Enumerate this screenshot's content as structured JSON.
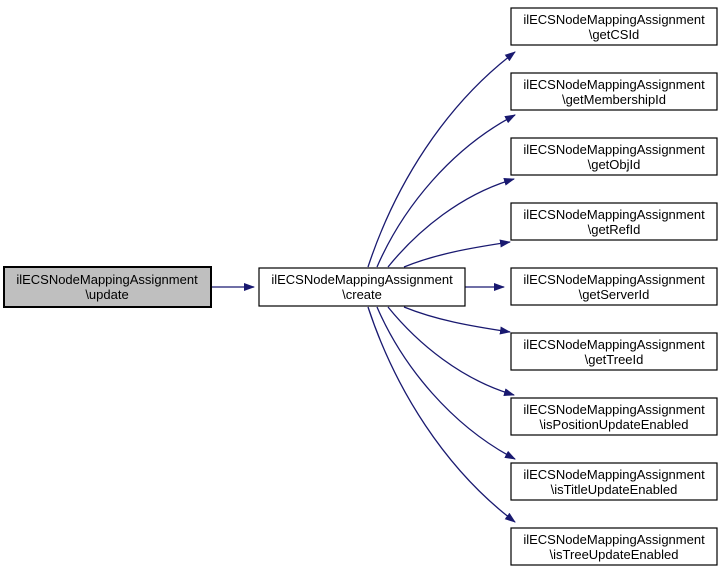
{
  "diagram": {
    "type": "call-graph",
    "colors": {
      "edge": "#191970",
      "border": "#000000",
      "node_fill": "#ffffff",
      "highlight_fill": "#bfbfbf",
      "background": "#ffffff"
    },
    "source_node": {
      "line1": "ilECSNodeMappingAssignment",
      "line2": "\\update"
    },
    "hub_node": {
      "line1": "ilECSNodeMappingAssignment",
      "line2": "\\create"
    },
    "target_nodes": [
      {
        "line1": "ilECSNodeMappingAssignment",
        "line2": "\\getCSId"
      },
      {
        "line1": "ilECSNodeMappingAssignment",
        "line2": "\\getMembershipId"
      },
      {
        "line1": "ilECSNodeMappingAssignment",
        "line2": "\\getObjId"
      },
      {
        "line1": "ilECSNodeMappingAssignment",
        "line2": "\\getRefId"
      },
      {
        "line1": "ilECSNodeMappingAssignment",
        "line2": "\\getServerId"
      },
      {
        "line1": "ilECSNodeMappingAssignment",
        "line2": "\\getTreeId"
      },
      {
        "line1": "ilECSNodeMappingAssignment",
        "line2": "\\isPositionUpdateEnabled"
      },
      {
        "line1": "ilECSNodeMappingAssignment",
        "line2": "\\isTitleUpdateEnabled"
      },
      {
        "line1": "ilECSNodeMappingAssignment",
        "line2": "\\isTreeUpdateEnabled"
      }
    ]
  }
}
